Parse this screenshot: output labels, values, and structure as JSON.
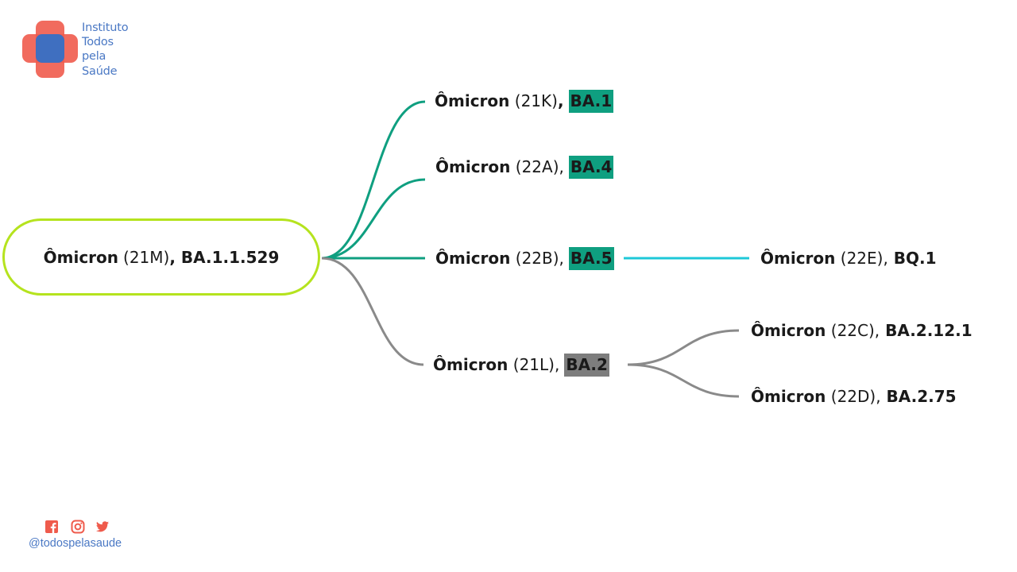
{
  "brand": {
    "name_lines": [
      "Instituto",
      "Todos",
      "pela",
      "Saúde"
    ],
    "colors": {
      "red": "#ef5b4c",
      "blue": "#3f6fc0",
      "text": "#4a78c4"
    }
  },
  "diagram": {
    "root": {
      "name": "Ômicron",
      "code": "(21M)",
      "lineage": ", BA.1.1.529"
    },
    "nodes": {
      "ba1": {
        "name": "Ômicron",
        "code": " (21K)",
        "sep": ",",
        "lineage": " BA.1"
      },
      "ba4": {
        "name": "Ômicron",
        "code": " (22A),",
        "lineage": "BA.4"
      },
      "ba5": {
        "name": "Ômicron",
        "code": " (22B),",
        "lineage": "BA.5"
      },
      "bq1": {
        "name": "Ômicron",
        "code": " (22E),",
        "lineage": " BQ.1"
      },
      "ba2": {
        "name": "Ômicron",
        "code": " (21L),",
        "lineage": "BA.2"
      },
      "ba212": {
        "name": "Ômicron",
        "code": " (22C),",
        "lineage": " BA.2.12.1"
      },
      "ba275": {
        "name": "Ômicron",
        "code": " (22D),",
        "lineage": " BA.2.75"
      }
    },
    "colors": {
      "root_border": "#b5e31e",
      "teal_link": "#0f9f80",
      "cyan_link": "#1ec8d8",
      "gray_link": "#8a8a8a",
      "highlight_teal": "#0f9f80",
      "highlight_gray": "#7d7d7d"
    }
  },
  "social": {
    "icons": [
      "facebook-icon",
      "instagram-icon",
      "twitter-icon"
    ],
    "handle": "@todospelasaude"
  }
}
